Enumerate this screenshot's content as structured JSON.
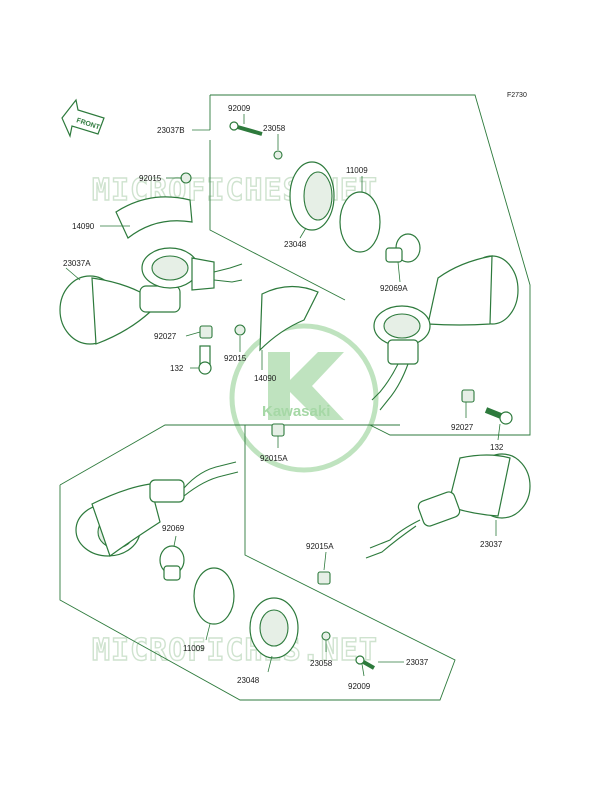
{
  "figure_code": "F2730",
  "front_label": "FRONT",
  "watermark_text": "MICROFICHES.NET",
  "logo_text": "Kawasaki",
  "colors": {
    "line": "#2d7a3c",
    "watermark": "#cfe3cf",
    "logo": "#a6d8a6"
  },
  "labels": {
    "p92009_top": "92009",
    "p23037b": "23037B",
    "p23058_top": "23058",
    "p11009_top": "11009",
    "p92015_top": "92015",
    "p14090_left": "14090",
    "p23048_top": "23048",
    "p23037a": "23037A",
    "p92069a": "92069A",
    "p92027_left": "92027",
    "p92015_mid": "92015",
    "p132_left": "132",
    "p14090_mid": "14090",
    "p92027_right": "92027",
    "p132_right": "132",
    "p92015a_upper": "92015A",
    "p92069": "92069",
    "p92015a_lower": "92015A",
    "p23037_right": "23037",
    "p11009_bottom": "11009",
    "p23058_bottom": "23058",
    "p23037_bottom": "23037",
    "p23048_bottom": "23048",
    "p92009_bottom": "92009"
  }
}
